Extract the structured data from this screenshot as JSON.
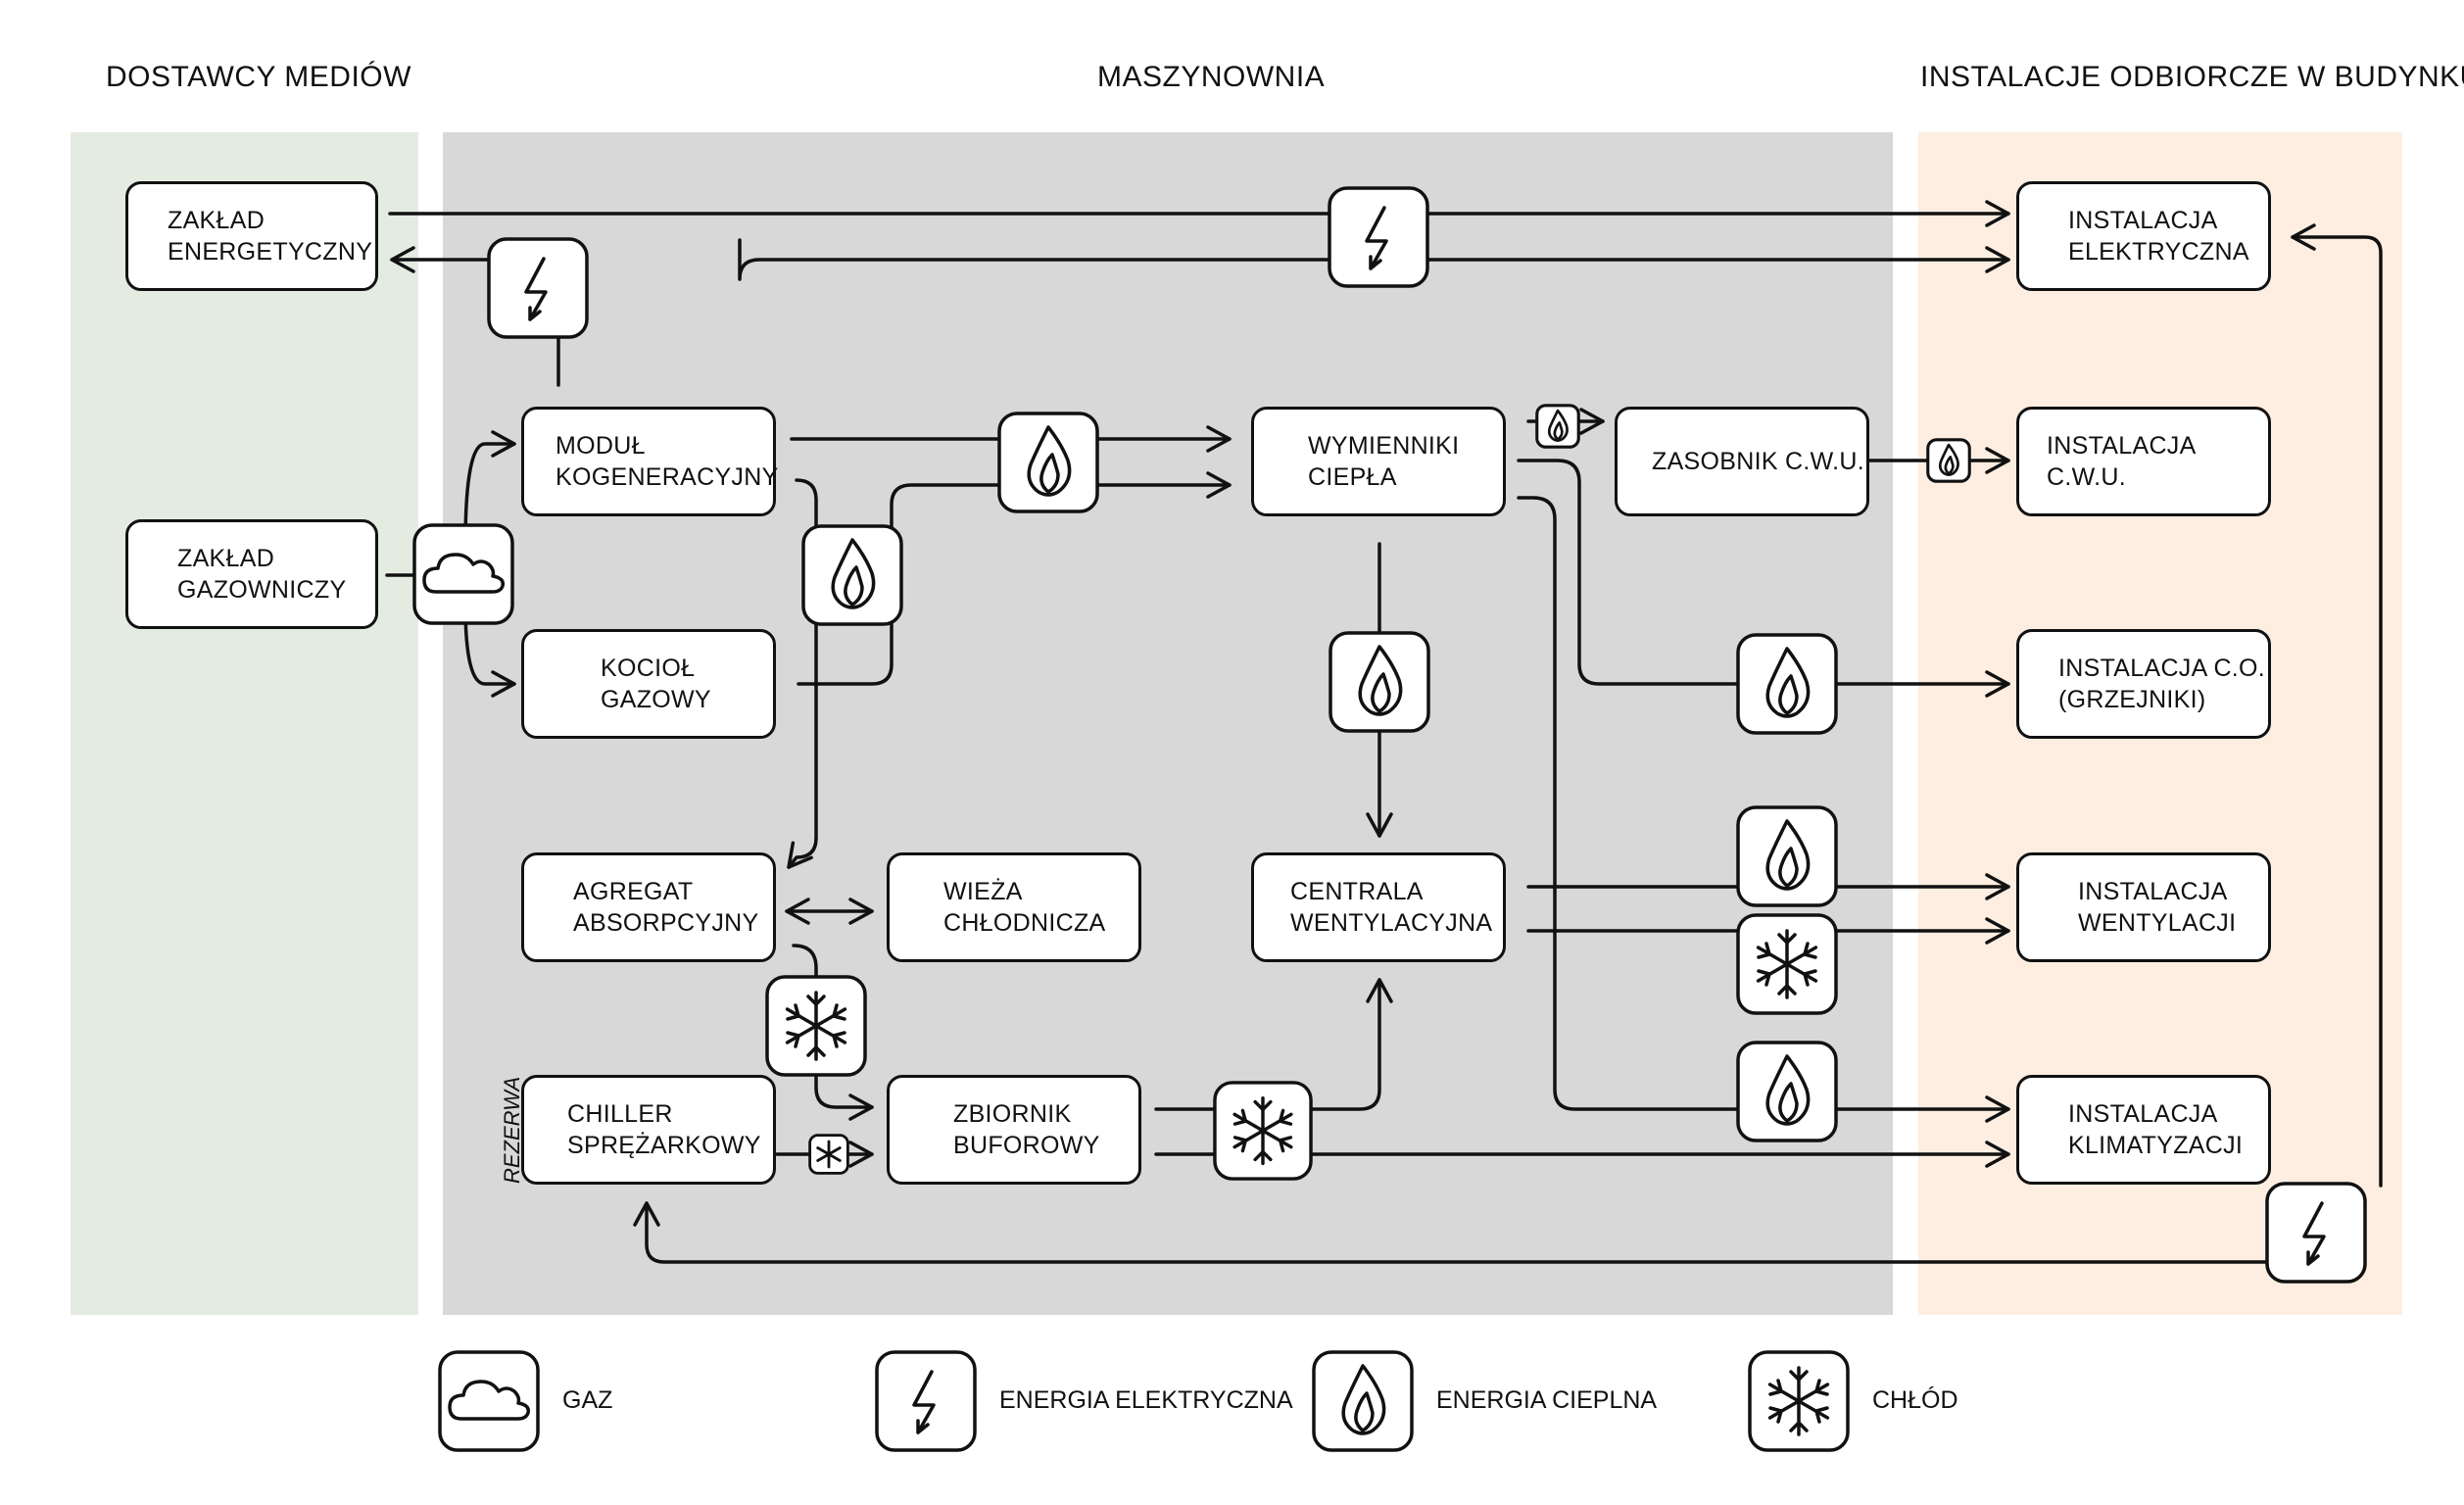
{
  "zones": {
    "suppliers": {
      "title": "DOSTAWCY MEDIÓW",
      "color": "#e4ebe1"
    },
    "machine_room": {
      "title": "MASZYNOWNIA",
      "color": "#d8d8d8"
    },
    "building": {
      "title": "INSTALACJE ODBIORCZE W BUDYNKU",
      "color": "#fdeee1"
    }
  },
  "boxes": {
    "zaklad_energetyczny": "ZAKŁAD\nENERGETYCZNY",
    "zaklad_gazowniczy": "ZAKŁAD\nGAZOWNICZY",
    "modul_kogeneracyjny": "MODUŁ\nKOGENERACYJNY",
    "kociol_gazowy": "KOCIOŁ\nGAZOWY",
    "agregat_absorpcyjny": "AGREGAT\nABSORPCYJNY",
    "wieza_chlodnicza": "WIEŻA\nCHŁODNICZA",
    "chiller_sprezarkowy": "CHILLER\nSPRĘŻARKOWY",
    "zbiornik_buforowy": "ZBIORNIK\nBUFOROWY",
    "wymienniki_ciepla": "WYMIENNIKI\nCIEPŁA",
    "centrala_wentylacyjna": "CENTRALA\nWENTYLACYJNA",
    "zasobnik_cwu": "ZASOBNIK C.W.U.",
    "instalacja_elektryczna": "INSTALACJA\nELEKTRYCZNA",
    "instalacja_cwu": "INSTALACJA C.W.U.",
    "instalacja_co": "INSTALACJA C.O.\n(GRZEJNIKI)",
    "instalacja_wentylacji": "INSTALACJA\nWENTYLACJI",
    "instalacja_klimatyzacji": "INSTALACJA\nKLIMATYZACJI"
  },
  "side_label": "REZERWA",
  "legend": {
    "gas": "GAZ",
    "electric": "ENERGIA ELEKTRYCZNA",
    "heat": "ENERGIA CIEPLNA",
    "cold": "CHŁÓD"
  },
  "icons": {
    "gas": "cloud-icon",
    "electric": "lightning-icon",
    "heat": "flame-icon",
    "cold": "snowflake-icon"
  }
}
